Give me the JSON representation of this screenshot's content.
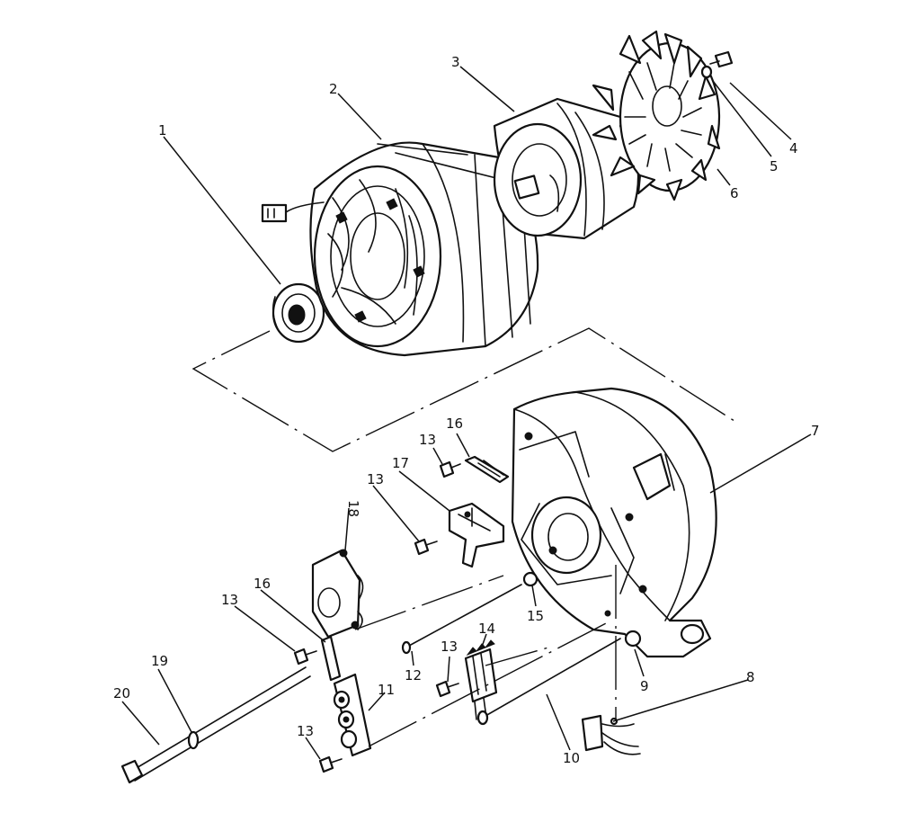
{
  "callouts": {
    "c1": "1",
    "c2": "2",
    "c3": "3",
    "c4": "4",
    "c5": "5",
    "c6": "6",
    "c7": "7",
    "c8": "8",
    "c9": "9",
    "c10": "10",
    "c11": "11",
    "c12": "12",
    "c13a": "13",
    "c13b": "13",
    "c13c": "13",
    "c13d": "13",
    "c13e": "13",
    "c14": "14",
    "c15": "15",
    "c16a": "16",
    "c16b": "16",
    "c17": "17",
    "c18": "18",
    "c19": "19",
    "c20": "20"
  }
}
